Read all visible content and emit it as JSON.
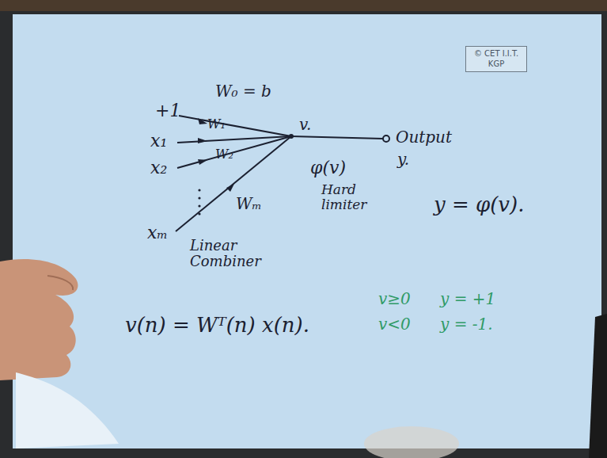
{
  "diagram": {
    "nodes": [
      {
        "text": [
          "© CET I.I.T. KGP"
        ]
      }
    ],
    "labels": [
      "+1",
      "x₁",
      "x₂",
      "xₘ",
      "W₀ = b",
      "W₁",
      "W₂",
      "Wₘ",
      "v.",
      "φ(v)",
      "Hard limiter",
      "Output",
      "y.",
      "Linear Combiner",
      "y = φ(v).",
      "v(n) = Wᵀ(n) x(n).",
      "v≥0",
      "y = +1",
      "v<0",
      "y = -1."
    ]
  }
}
